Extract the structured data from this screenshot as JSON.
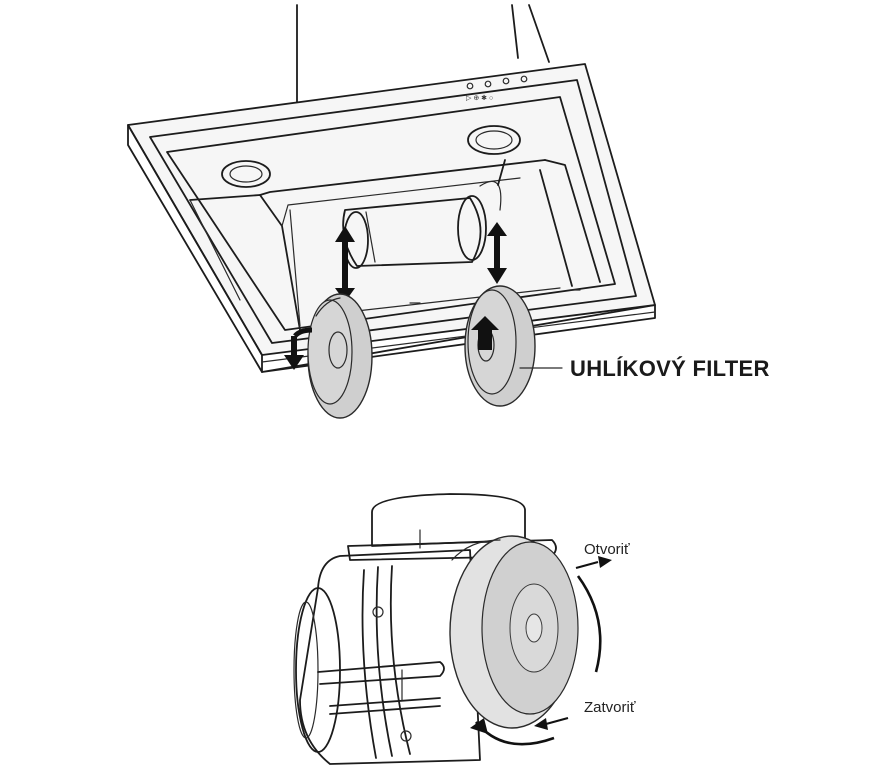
{
  "labels": {
    "carbon_filter": "UHLÍKOVÝ FILTER",
    "open": "Otvoriť",
    "close": "Zatvoriť"
  },
  "colors": {
    "line": "#1c1c1c",
    "filter": "#cfcfcf",
    "background": "#ffffff"
  }
}
